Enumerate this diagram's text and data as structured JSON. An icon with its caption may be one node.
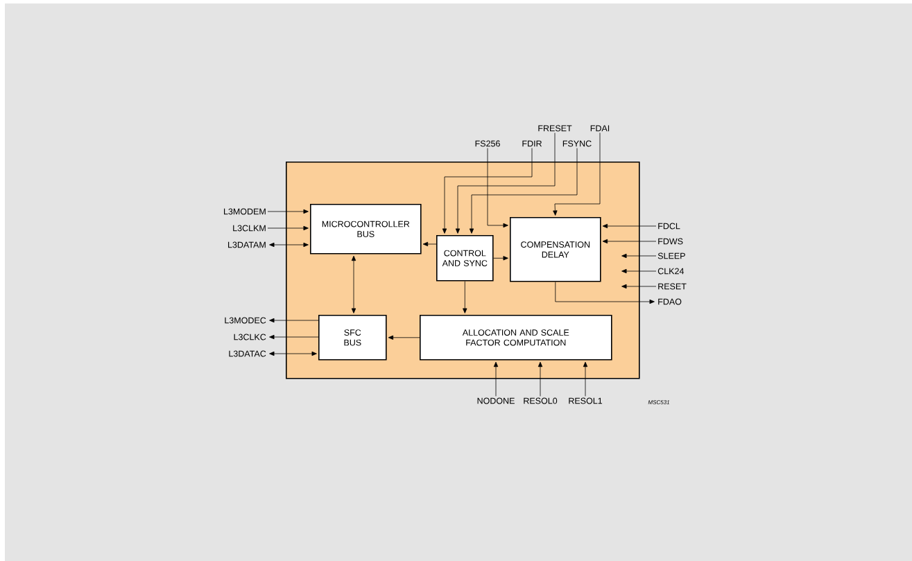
{
  "diagram": {
    "nodes": [
      {
        "text": [],
        "shape": "box"
      },
      {
        "text": [
          "MICROCONTROLLER BUS"
        ],
        "in": 0
      },
      {
        "text": [
          "CONTROL AND SYNC"
        ],
        "in": 0
      },
      {
        "text": [
          "COMPENSATION DELAY"
        ],
        "in": 0
      },
      {
        "text": [
          "SFC BUS"
        ],
        "in": 0
      },
      {
        "text": [
          "ALLOCATION AND SCALE FACTOR COMPUTATION"
        ],
        "in": 0
      },
      {
        "text": [
          "L3MODEM"
        ]
      },
      {
        "text": [
          "L3CLKM"
        ]
      },
      {
        "text": [
          "L3DATAM"
        ]
      },
      {
        "text": [
          "L3MODEC"
        ]
      },
      {
        "text": [
          "L3CLKC"
        ]
      },
      {
        "text": [
          "L3DATAC"
        ]
      },
      {
        "text": [
          "FS256"
        ]
      },
      {
        "text": [
          "FDIR"
        ]
      },
      {
        "text": [
          "FRESET"
        ]
      },
      {
        "text": [
          "FSYNC"
        ]
      },
      {
        "text": [
          "FDAI"
        ]
      },
      {
        "text": [
          "FDCL"
        ]
      },
      {
        "text": [
          "FDWS"
        ]
      },
      {
        "text": [
          "SLEEP"
        ]
      },
      {
        "text": [
          "CLK24"
        ]
      },
      {
        "text": [
          "RESET"
        ]
      },
      {
        "text": [
          "FDAO"
        ]
      },
      {
        "text": [
          "NODONE"
        ]
      },
      {
        "text": [
          "RESOL0"
        ]
      },
      {
        "text": [
          "RESOL1"
        ]
      }
    ],
    "edges": [
      {
        "from": 6,
        "to": 1,
        "arrow": "to"
      },
      {
        "from": 7,
        "to": 1,
        "arrow": "to"
      },
      {
        "from": 8,
        "to": 1,
        "arrow": "both"
      },
      {
        "from": 2,
        "to": 1,
        "arrow": "to"
      },
      {
        "from": 1,
        "to": 4,
        "arrow": "both"
      },
      {
        "from": 4,
        "to": 9,
        "arrow": "to"
      },
      {
        "from": 4,
        "to": 10,
        "arrow": "to"
      },
      {
        "from": 11,
        "to": 4,
        "arrow": "both"
      },
      {
        "from": 5,
        "to": 4,
        "arrow": "to"
      },
      {
        "from": 2,
        "to": 5,
        "arrow": "to"
      },
      {
        "from": 2,
        "to": 3,
        "arrow": "to"
      },
      {
        "from": 12,
        "to": 3,
        "arrow": "to"
      },
      {
        "from": 13,
        "to": 2,
        "arrow": "to"
      },
      {
        "from": 14,
        "to": 2,
        "arrow": "to"
      },
      {
        "from": 15,
        "to": 2,
        "arrow": "to"
      },
      {
        "from": 16,
        "to": 3,
        "arrow": "to"
      },
      {
        "from": 17,
        "to": 3,
        "arrow": "to"
      },
      {
        "from": 18,
        "to": 3,
        "arrow": "to"
      },
      {
        "from": 19,
        "to": null,
        "arrow": "to"
      },
      {
        "from": 20,
        "to": null,
        "arrow": "to"
      },
      {
        "from": 21,
        "to": null,
        "arrow": "to"
      },
      {
        "from": 3,
        "to": 22,
        "arrow": "to"
      },
      {
        "from": 23,
        "to": 5,
        "arrow": "to"
      },
      {
        "from": 24,
        "to": 5,
        "arrow": "to"
      },
      {
        "from": 25,
        "to": 5,
        "arrow": "to"
      }
    ],
    "labels": [
      "MSC531"
    ]
  }
}
